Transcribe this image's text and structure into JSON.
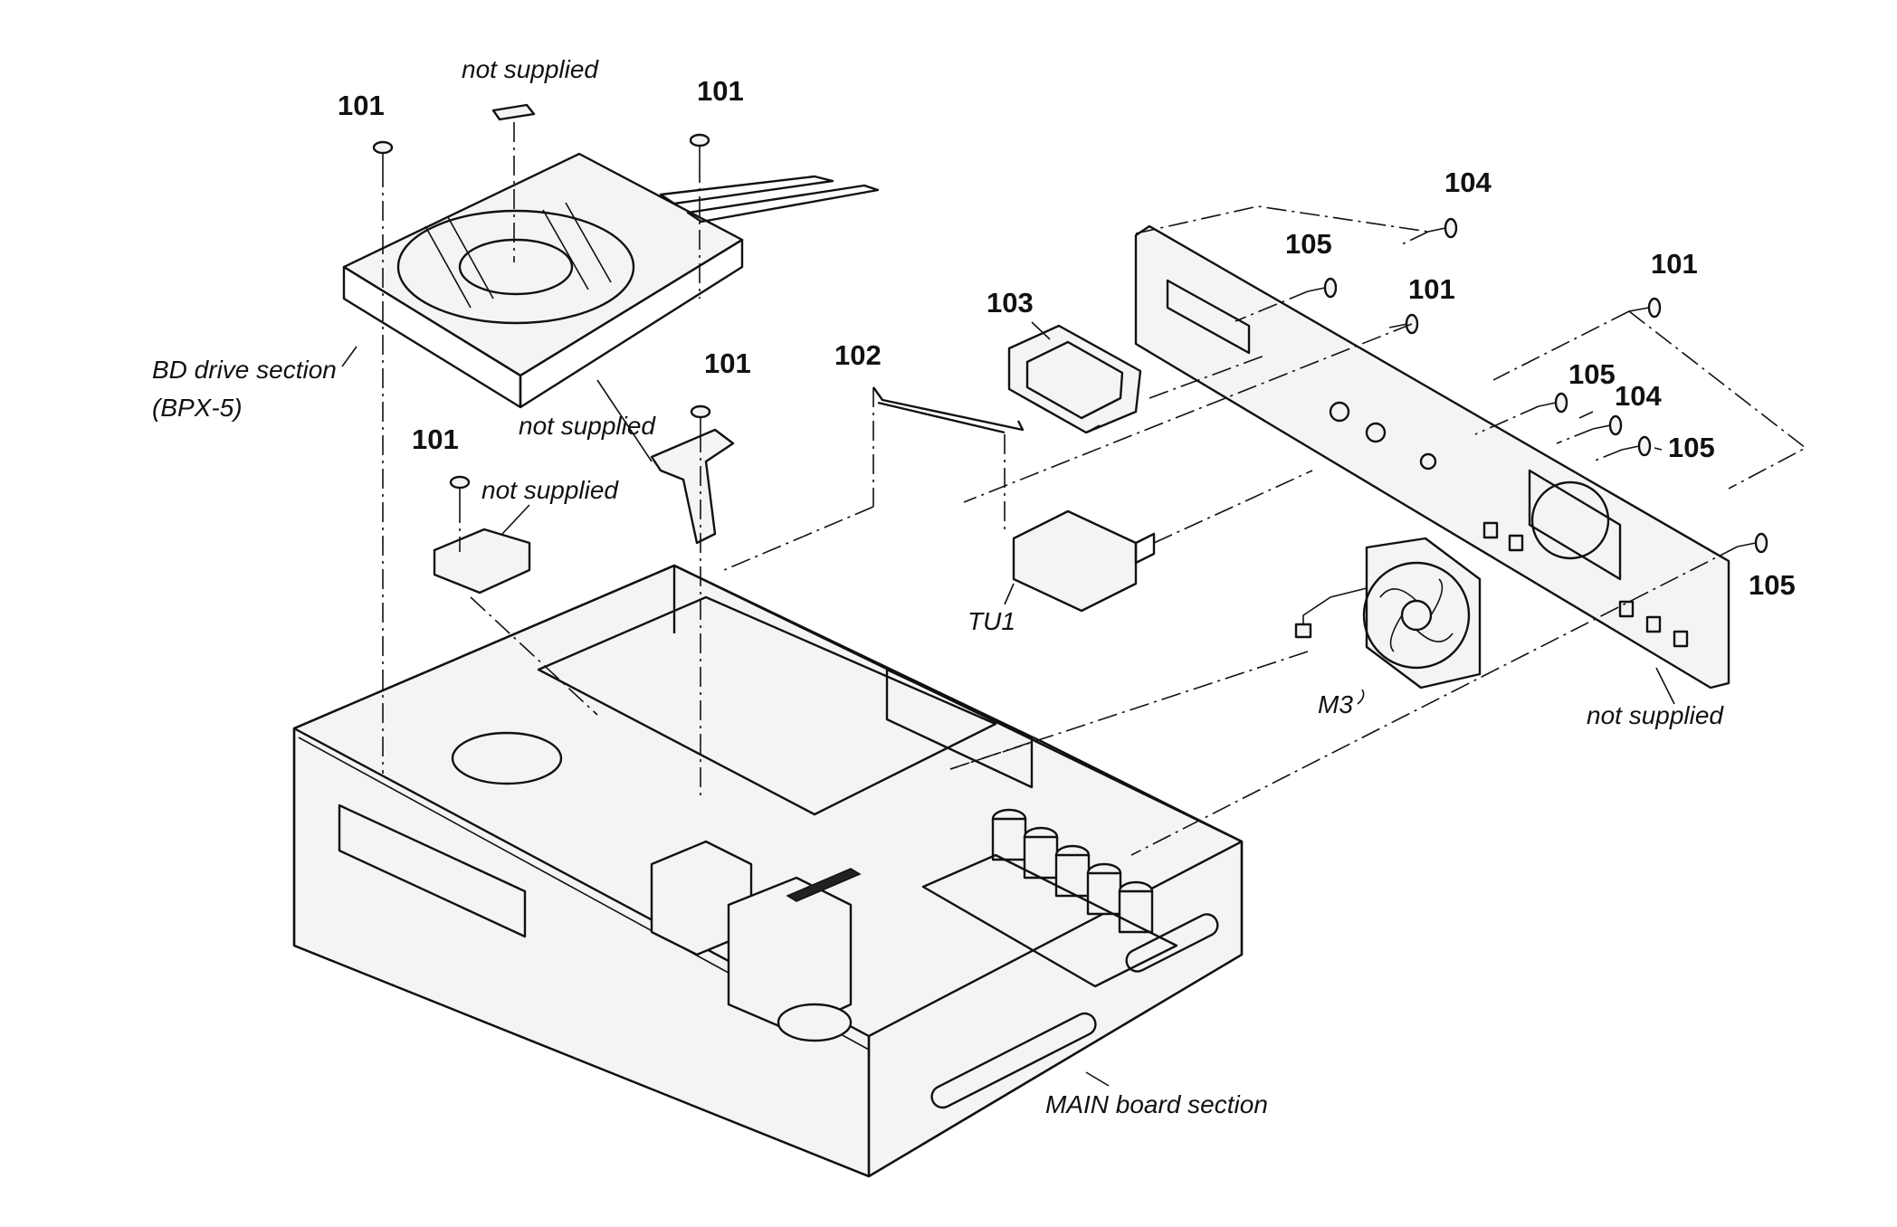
{
  "part_numbers": {
    "screw_101_a": "101",
    "screw_101_b": "101",
    "screw_101_c": "101",
    "screw_101_d": "101",
    "screw_101_e": "101",
    "screw_101_f": "101",
    "cable_102": "102",
    "bracket_103": "103",
    "screw_104_a": "104",
    "screw_104_b": "104",
    "screw_105_a": "105",
    "screw_105_b": "105",
    "screw_105_c": "105",
    "screw_105_d": "105"
  },
  "labels": {
    "not_supplied_top": "not supplied",
    "not_supplied_bracket": "not supplied",
    "not_supplied_plate": "not supplied",
    "not_supplied_rear": "not supplied",
    "bd_drive_line1": "BD drive section",
    "bd_drive_line2": "(BPX-5)",
    "tuner": "TU1",
    "fan": "M3",
    "main_board": "MAIN board section"
  }
}
